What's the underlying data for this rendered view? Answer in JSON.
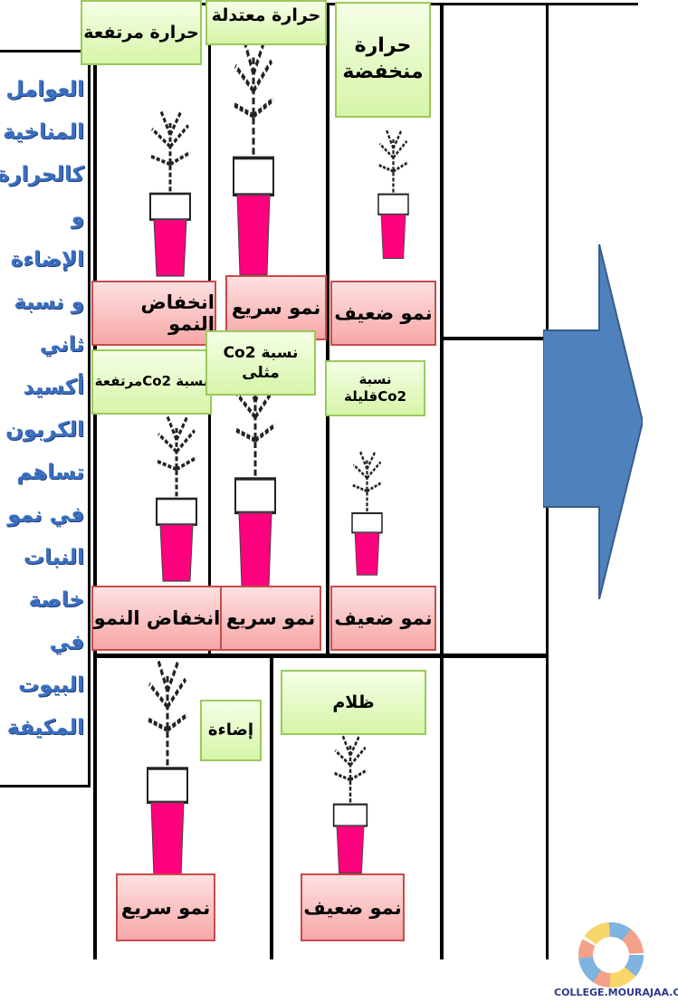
{
  "side_text": "العوامل المناخية كالحرارة و الإضاءة و نسبة ثاني أكسيد الكربون تساهم في نمو النبات خاصة في البيوت المكيفة",
  "row1": {
    "conditions": [
      "حرارة مرتفعة",
      "حرارة معتدلة",
      "حرارة منخفضة"
    ],
    "results": [
      "انخفاض النمو",
      "نمو سريع",
      "نمو ضعيف"
    ]
  },
  "row2": {
    "conditions": [
      "نسبة Co2مرتفعة",
      "نسبة Co2 مثلى",
      "نسبة Co2قليلة"
    ],
    "results": [
      "انخفاض النمو",
      "نمو سريع",
      "نمو ضعيف"
    ]
  },
  "row3": {
    "conditions": [
      "إضاءة",
      "ظلام"
    ],
    "results": [
      "نمو سريع",
      "نمو ضعيف"
    ]
  },
  "logo": {
    "text": "COLLEGE.MOURAJAA.COM"
  },
  "colors": {
    "arrow": "#4f81bd",
    "pot": "#ff007f",
    "label_green": "#d6f5a8",
    "label_pink": "#f7a7a7",
    "side_text": "#3a6fc0"
  }
}
